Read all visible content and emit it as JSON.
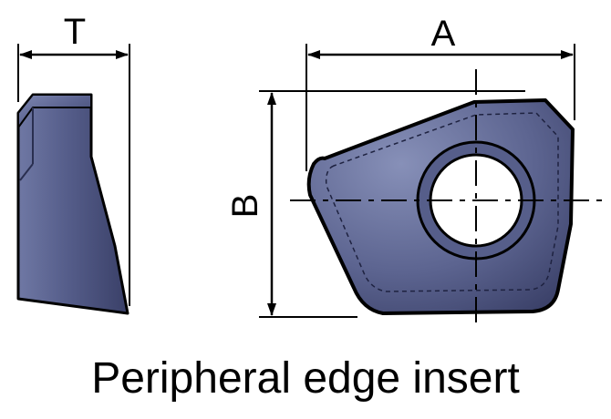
{
  "caption": "Peripheral edge insert",
  "dimensions": {
    "thickness": "T",
    "width": "A",
    "height": "B"
  },
  "colors": {
    "insert_dark": "#3b4168",
    "insert_light": "#7e86b0",
    "outline": "#000000",
    "background": "#ffffff"
  }
}
